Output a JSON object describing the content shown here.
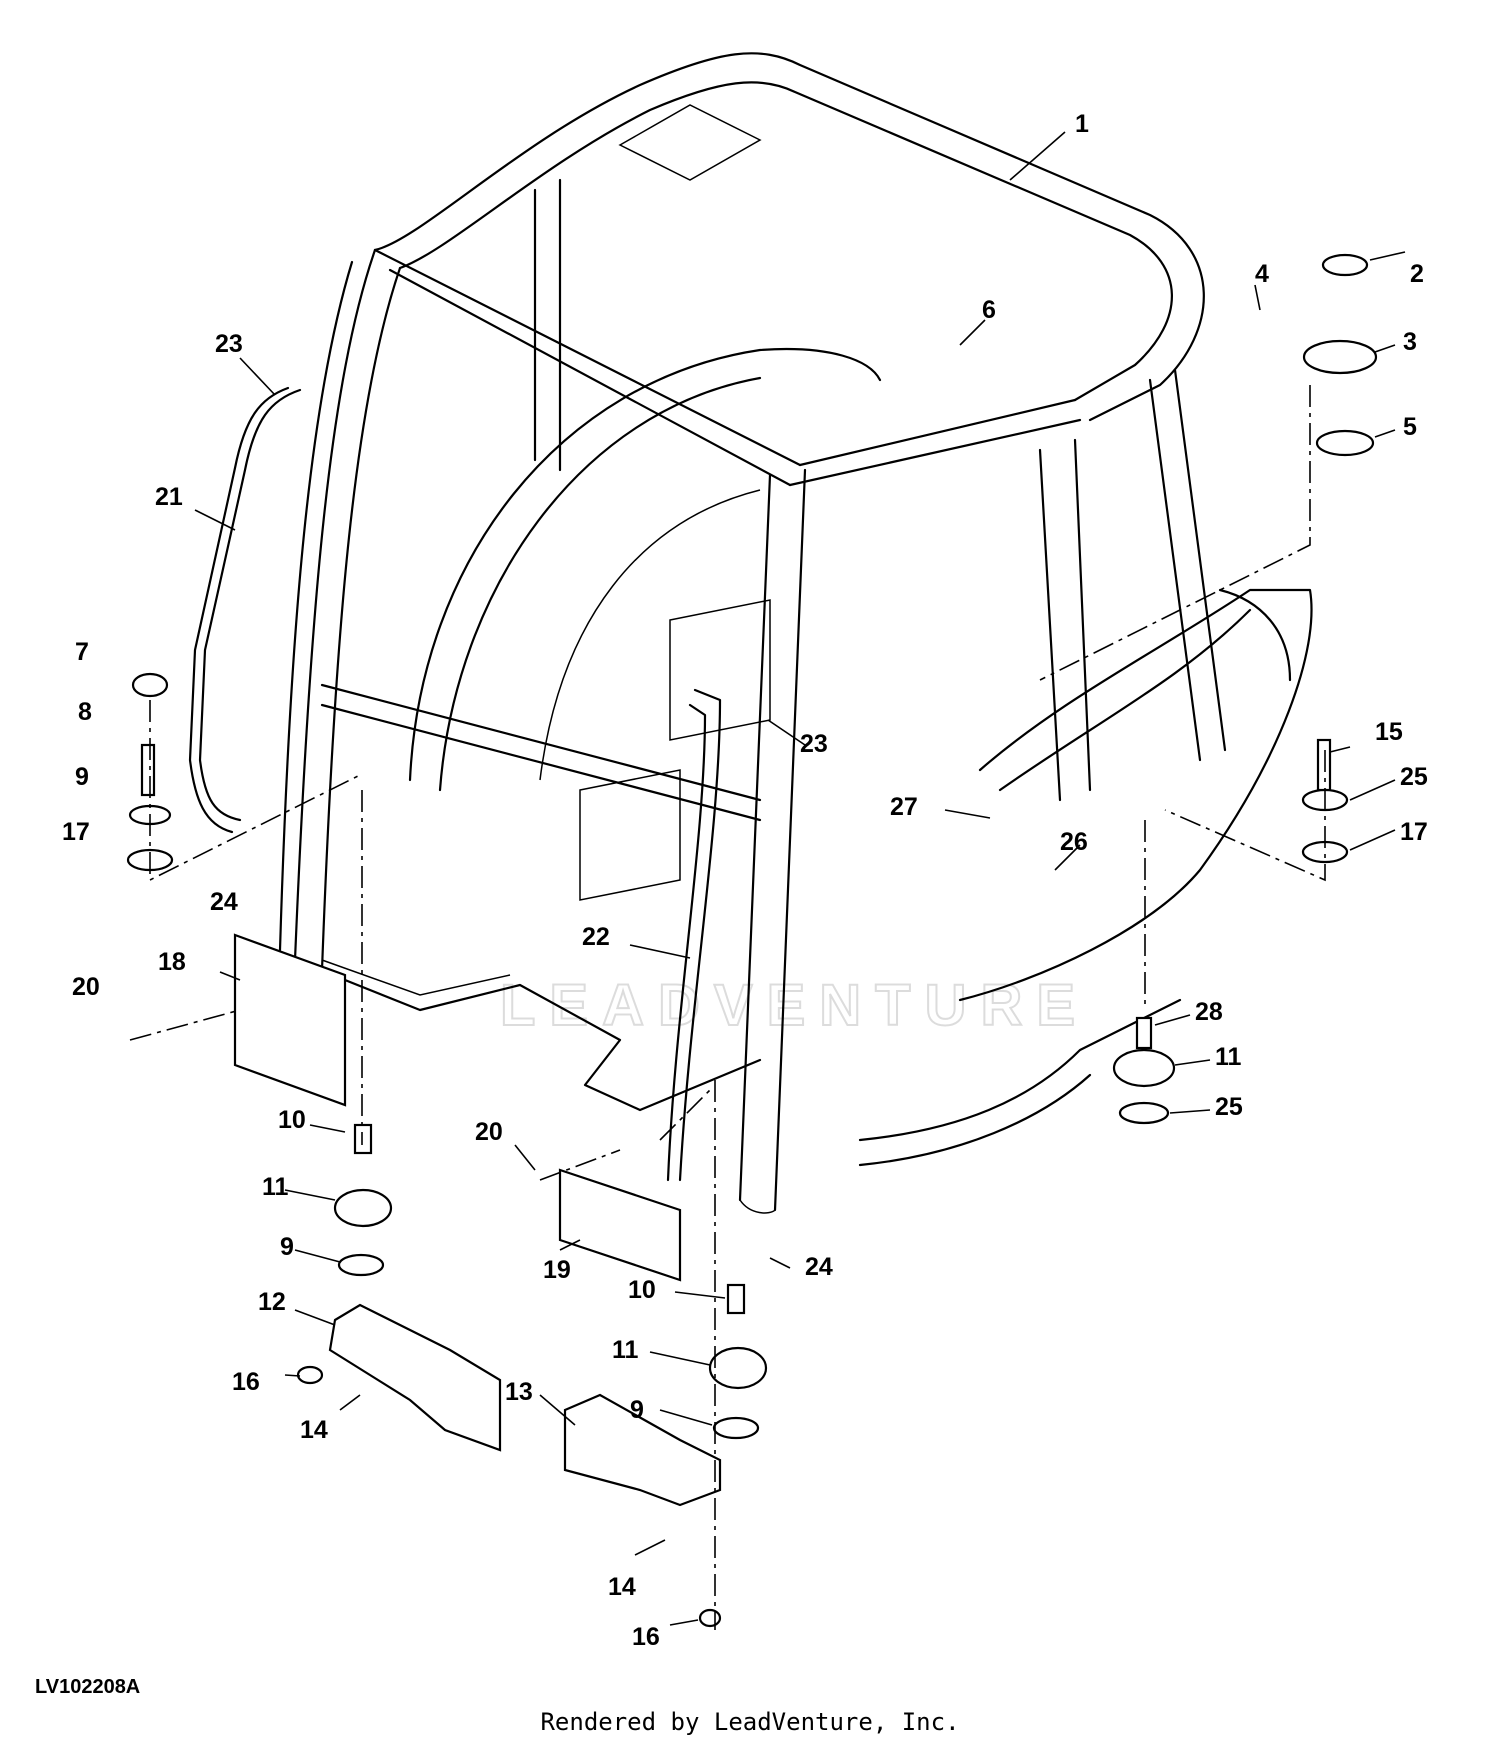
{
  "figure_id": "LV102208A",
  "credit": "Rendered by LeadVenture, Inc.",
  "watermark": "LEADVENTURE",
  "callouts": [
    {
      "key": "c1",
      "text": "1"
    },
    {
      "key": "c2",
      "text": "2"
    },
    {
      "key": "c3",
      "text": "3"
    },
    {
      "key": "c4",
      "text": "4"
    },
    {
      "key": "c5",
      "text": "5"
    },
    {
      "key": "c6",
      "text": "6"
    },
    {
      "key": "c7",
      "text": "7"
    },
    {
      "key": "c8",
      "text": "8"
    },
    {
      "key": "c9a",
      "text": "9"
    },
    {
      "key": "c17a",
      "text": "17"
    },
    {
      "key": "c24a",
      "text": "24"
    },
    {
      "key": "c23a",
      "text": "23"
    },
    {
      "key": "c21",
      "text": "21"
    },
    {
      "key": "c23b",
      "text": "23"
    },
    {
      "key": "c15",
      "text": "15"
    },
    {
      "key": "c25a",
      "text": "25"
    },
    {
      "key": "c17b",
      "text": "17"
    },
    {
      "key": "c27",
      "text": "27"
    },
    {
      "key": "c26",
      "text": "26"
    },
    {
      "key": "c20a",
      "text": "20"
    },
    {
      "key": "c18",
      "text": "18"
    },
    {
      "key": "c22",
      "text": "22"
    },
    {
      "key": "c28",
      "text": "28"
    },
    {
      "key": "c11a",
      "text": "11"
    },
    {
      "key": "c25b",
      "text": "25"
    },
    {
      "key": "c10a",
      "text": "10"
    },
    {
      "key": "c11b",
      "text": "11"
    },
    {
      "key": "c20b",
      "text": "20"
    },
    {
      "key": "c9b",
      "text": "9"
    },
    {
      "key": "c19",
      "text": "19"
    },
    {
      "key": "c24b",
      "text": "24"
    },
    {
      "key": "c12",
      "text": "12"
    },
    {
      "key": "c10b",
      "text": "10"
    },
    {
      "key": "c11c",
      "text": "11"
    },
    {
      "key": "c16a",
      "text": "16"
    },
    {
      "key": "c13",
      "text": "13"
    },
    {
      "key": "c9c",
      "text": "9"
    },
    {
      "key": "c14a",
      "text": "14"
    },
    {
      "key": "c14b",
      "text": "14"
    },
    {
      "key": "c16b",
      "text": "16"
    }
  ]
}
